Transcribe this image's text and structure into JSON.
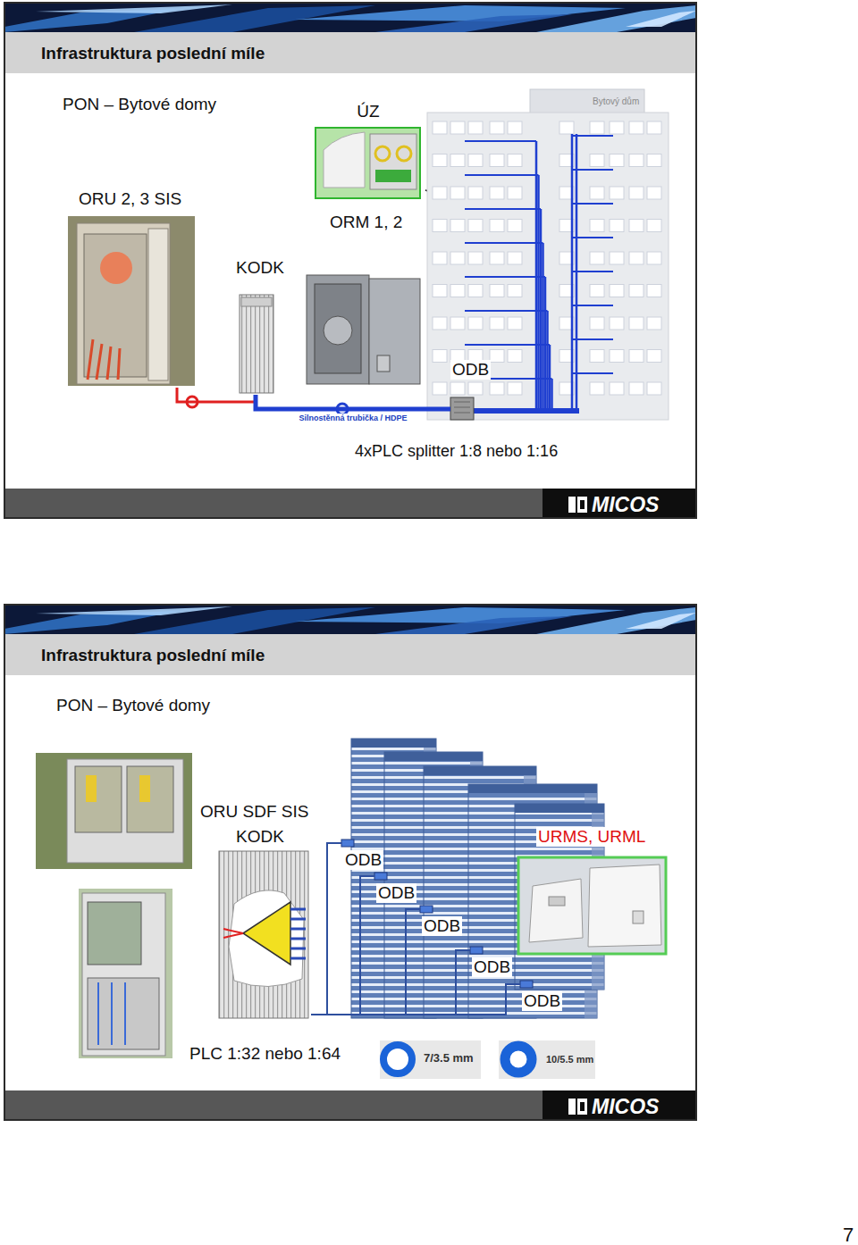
{
  "diagram": {
    "title": "Infrastruktura poslední míle",
    "nodes": [
      {
        "text": [
          "ÚZ"
        ]
      },
      {
        "text": [
          "ORU 2, 3 SIS"
        ]
      },
      {
        "text": [
          "KODK"
        ]
      },
      {
        "text": [
          "ODB"
        ]
      },
      {
        "text": [
          "KODK"
        ]
      },
      {
        "text": [
          "URMS, URML"
        ]
      },
      {
        "text": [
          "ODB"
        ]
      },
      {
        "text": [
          "ODB"
        ]
      },
      {
        "text": [
          "ODB"
        ]
      },
      {
        "text": [
          "ODB"
        ]
      },
      {
        "text": [
          "ODB"
        ]
      }
    ],
    "edges": [
      {
        "from": 1,
        "to": 2,
        "arrow": "none"
      },
      {
        "from": 2,
        "to": 3,
        "label": "Silnostěnná trubička / HDPE",
        "arrow": "none"
      },
      {
        "from": 4,
        "to": 6,
        "arrow": "none"
      },
      {
        "from": 4,
        "to": 7,
        "arrow": "none"
      },
      {
        "from": 4,
        "to": 8,
        "arrow": "none"
      },
      {
        "from": 4,
        "to": 9,
        "arrow": "none"
      },
      {
        "from": 4,
        "to": 10,
        "arrow": "none"
      }
    ],
    "labels": [
      "PON – Bytové domy",
      "ORM 1, 2",
      "Bytový dům",
      "4xPLC splitter 1:8 nebo 1:16",
      "MICOS",
      "Infrastruktura poslední míle",
      "PON – Bytové domy",
      "ORU SDF SIS",
      "PLC 1:32 nebo 1:64",
      "7/3.5 mm",
      "10/5.5 mm",
      "MICOS",
      "7"
    ]
  }
}
